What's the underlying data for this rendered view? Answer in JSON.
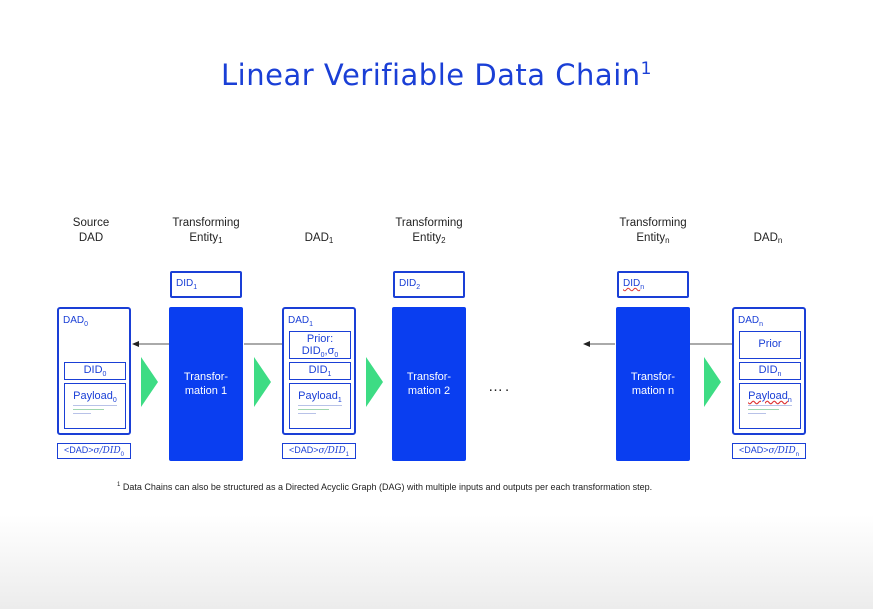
{
  "title": {
    "text": "Linear Verifiable Data Chain",
    "sup": "1"
  },
  "columns": {
    "source": {
      "line1": "Source",
      "line2": "DAD"
    },
    "entity1": {
      "line1": "Transforming",
      "line2": "Entity",
      "sub": "1"
    },
    "dad1": {
      "main": "DAD",
      "sub": "1"
    },
    "entity2": {
      "line1": "Transforming",
      "line2": "Entity",
      "sub": "2"
    },
    "entityn": {
      "line1": "Transforming",
      "line2": "Entity",
      "sub": "n"
    },
    "dadn": {
      "main": "DAD",
      "sub": "n"
    }
  },
  "entity_dids": [
    {
      "main": "DID",
      "sub": "1"
    },
    {
      "main": "DID",
      "sub": "2"
    },
    {
      "main": "DID",
      "sub": "n"
    }
  ],
  "transformations": [
    {
      "line1": "Transfor-",
      "line2": "mation 1"
    },
    {
      "line1": "Transfor-",
      "line2": "mation 2"
    },
    {
      "line1": "Transfor-",
      "line2": "mation n"
    }
  ],
  "dads": {
    "source": {
      "label": "DAD",
      "label_sub": "0",
      "did": "DID",
      "did_sub": "0",
      "payload": "Payload",
      "payload_sub": "0",
      "sig_prefix": "<DAD>",
      "sig_math": "σ/DID",
      "sig_sub": "0"
    },
    "dad1": {
      "label": "DAD",
      "label_sub": "1",
      "prior_line1": "Prior:",
      "prior_line2": "DID",
      "prior_sub": "0",
      "prior_sig": ",σ",
      "prior_sig_sub": "0",
      "did": "DID",
      "did_sub": "1",
      "payload": "Payload",
      "payload_sub": "1",
      "sig_prefix": "<DAD>",
      "sig_math": "σ/DID",
      "sig_sub": "1"
    },
    "dadn": {
      "label": "DAD",
      "label_sub": "n",
      "prior": "Prior",
      "did": "DID",
      "did_sub": "n",
      "payload": "Payload",
      "payload_sub": "n",
      "sig_prefix": "<DAD>",
      "sig_math": "σ/DID",
      "sig_sub": "n"
    }
  },
  "ellipsis": "….",
  "footnote": {
    "sup": "1",
    "text": "Data Chains can also be structured as a Directed Acyclic Graph (DAG) with multiple inputs and outputs per each transformation step."
  },
  "colors": {
    "blue": "#1a3fd6",
    "entity_blue": "#0a3ef0",
    "chevron_green": "#3ddc84"
  }
}
